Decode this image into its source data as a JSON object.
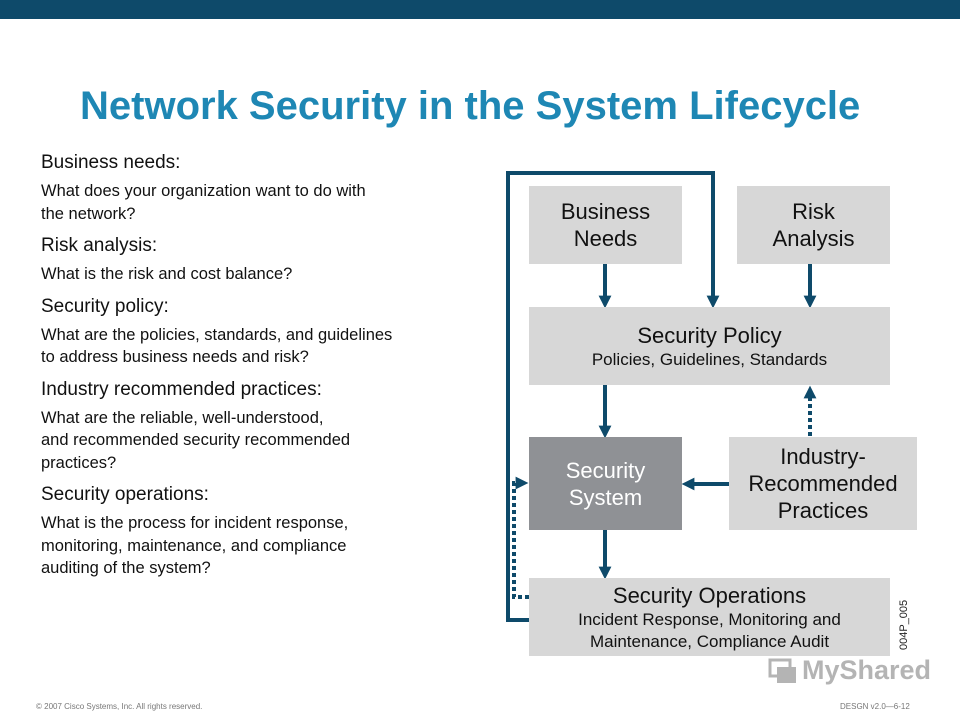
{
  "title": "Network Security in the System Lifecycle",
  "items": [
    {
      "heading": "Business needs:",
      "desc": [
        "What does your organization want to do with",
        "the network?"
      ]
    },
    {
      "heading": "Risk analysis:",
      "desc": [
        "What is the risk and cost balance?"
      ]
    },
    {
      "heading": "Security policy:",
      "desc": [
        "What are the policies, standards, and guidelines",
        "to address business needs and risk?"
      ]
    },
    {
      "heading": "Industry recommended practices:",
      "desc": [
        "What are the reliable, well-understood,",
        "and recommended security recommended",
        "practices?"
      ]
    },
    {
      "heading": "Security operations:",
      "desc": [
        "What is the process for incident response,",
        "monitoring, maintenance, and compliance",
        "auditing of the system?"
      ]
    }
  ],
  "diagram": {
    "business_needs": [
      "Business",
      "Needs"
    ],
    "risk_analysis": [
      "Risk",
      "Analysis"
    ],
    "security_policy": {
      "title": "Security Policy",
      "subtitle": "Policies, Guidelines, Standards"
    },
    "security_system": [
      "Security",
      "System"
    ],
    "industry_practices": [
      "Industry-",
      "Recommended",
      "Practices"
    ],
    "security_operations": {
      "title": "Security Operations",
      "subtitle": [
        "Incident Response, Monitoring and",
        "Maintenance, Compliance Audit"
      ]
    },
    "figure_id": "004P_005"
  },
  "footer": {
    "copyright": "© 2007 Cisco Systems, Inc. All rights reserved.",
    "course": "DESGN v2.0—6-12"
  },
  "watermark": "MyShared",
  "colors": {
    "accent": "#1e87b4",
    "arrow": "#0e4a6a",
    "box_light": "#d7d7d7",
    "box_dark": "#8f9195",
    "top_bar": "#0e4a6a"
  }
}
